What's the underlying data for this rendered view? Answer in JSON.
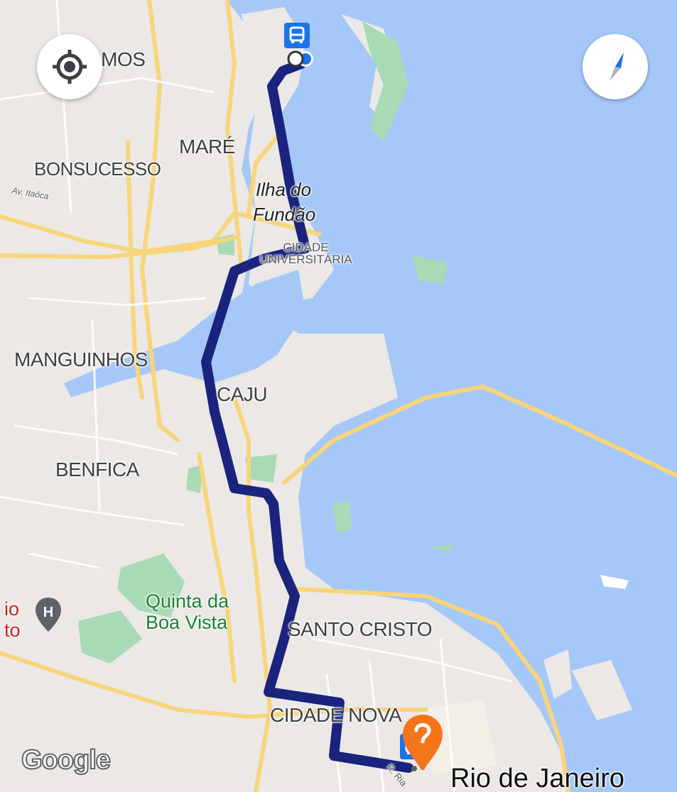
{
  "map": {
    "neighborhoods": {
      "ramos": "AMOS",
      "mare": "MARÉ",
      "bonsucesso": "BONSUCESSO",
      "manguinhos": "MANGUINHOS",
      "caju": "CAJU",
      "benfica": "BENFICA",
      "santo_cristo": "SANTO CRISTO",
      "cidade_nova": "CIDADE NOVA"
    },
    "islands": {
      "ilha_do": "Ilha do",
      "fundao": "Fundão"
    },
    "campus": {
      "line1": "CIDADE",
      "line2": "UNIVERSITÁRIA"
    },
    "park": {
      "line1": "Quinta da",
      "line2": "Boa Vista"
    },
    "poi_partial": {
      "line1": "io",
      "line2": "to"
    },
    "city": "Rio de Janeiro",
    "roads": {
      "itaoca": "Av. Itaóca",
      "riachuelo": "R. Ria"
    },
    "logo": "Google"
  },
  "controls": {
    "locate_icon": "my-location-icon",
    "compass_icon": "compass-icon"
  },
  "route": {
    "color": "#1a237e",
    "stop_icon": "bus-stop-icon",
    "destination_icon": "destination-pin-icon"
  },
  "colors": {
    "water": "#a6c8f8",
    "land": "#ebe8e5",
    "park": "#a8dab5",
    "highway": "#f8d57a",
    "pin": "#f5761a",
    "bus": "#1a73e8"
  }
}
